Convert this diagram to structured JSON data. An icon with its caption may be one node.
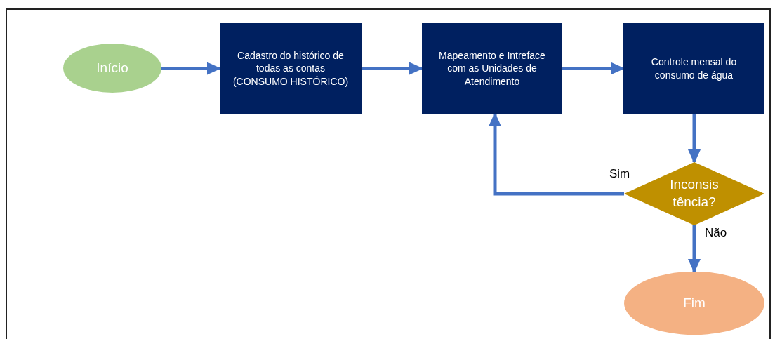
{
  "diagram": {
    "nodes": [
      {
        "text": [
          "Início"
        ]
      },
      {
        "text": [
          "Cadastro do histórico de todas as contas (CONSUMO HISTÓRICO)"
        ]
      },
      {
        "text": [
          "Mapeamento e Intreface com as Unidades de Atendimento"
        ]
      },
      {
        "text": [
          "Controle mensal do consumo de água"
        ]
      },
      {
        "text": [
          "Inconsis tência?"
        ]
      },
      {
        "text": [
          "Fim"
        ]
      }
    ],
    "edges": [
      {
        "from": 0,
        "to": 1,
        "arrow": "to"
      },
      {
        "from": 1,
        "to": 2,
        "arrow": "to"
      },
      {
        "from": 2,
        "to": 3,
        "arrow": "to"
      },
      {
        "from": 3,
        "to": 4,
        "arrow": "to"
      },
      {
        "from": 4,
        "to": 2,
        "arrow": "to",
        "label": "Sim"
      },
      {
        "from": 4,
        "to": 5,
        "arrow": "to",
        "label": "Não"
      }
    ]
  }
}
